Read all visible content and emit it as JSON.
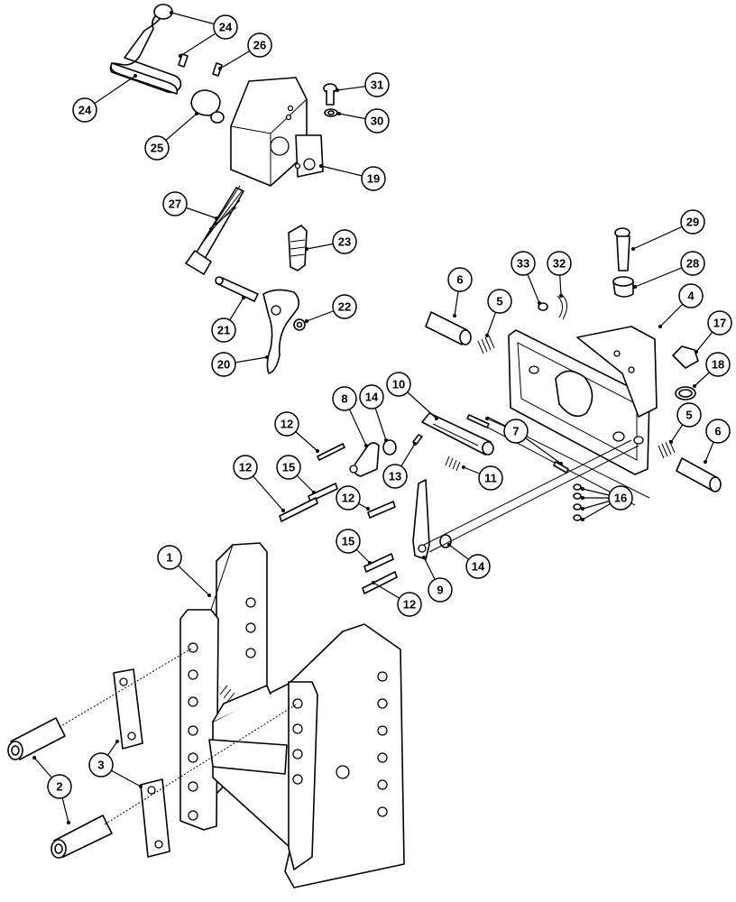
{
  "diagram": {
    "kind": "exploded parts diagram",
    "callouts": [
      {
        "id": "c-1",
        "label": "1"
      },
      {
        "id": "c-2",
        "label": "2"
      },
      {
        "id": "c-3",
        "label": "3"
      },
      {
        "id": "c-4",
        "label": "4"
      },
      {
        "id": "c-5a",
        "label": "5"
      },
      {
        "id": "c-5b",
        "label": "5"
      },
      {
        "id": "c-6a",
        "label": "6"
      },
      {
        "id": "c-6b",
        "label": "6"
      },
      {
        "id": "c-7",
        "label": "7"
      },
      {
        "id": "c-8",
        "label": "8"
      },
      {
        "id": "c-9",
        "label": "9"
      },
      {
        "id": "c-10",
        "label": "10"
      },
      {
        "id": "c-11",
        "label": "11"
      },
      {
        "id": "c-12a",
        "label": "12"
      },
      {
        "id": "c-12b",
        "label": "12"
      },
      {
        "id": "c-12c",
        "label": "12"
      },
      {
        "id": "c-12d",
        "label": "12"
      },
      {
        "id": "c-13",
        "label": "13"
      },
      {
        "id": "c-14a",
        "label": "14"
      },
      {
        "id": "c-14b",
        "label": "14"
      },
      {
        "id": "c-15a",
        "label": "15"
      },
      {
        "id": "c-15b",
        "label": "15"
      },
      {
        "id": "c-16",
        "label": "16"
      },
      {
        "id": "c-17",
        "label": "17"
      },
      {
        "id": "c-18",
        "label": "18"
      },
      {
        "id": "c-19",
        "label": "19"
      },
      {
        "id": "c-20",
        "label": "20"
      },
      {
        "id": "c-21",
        "label": "21"
      },
      {
        "id": "c-22",
        "label": "22"
      },
      {
        "id": "c-23",
        "label": "23"
      },
      {
        "id": "c-24a",
        "label": "24"
      },
      {
        "id": "c-24b",
        "label": "24"
      },
      {
        "id": "c-25",
        "label": "25"
      },
      {
        "id": "c-26",
        "label": "26"
      },
      {
        "id": "c-27",
        "label": "27"
      },
      {
        "id": "c-28",
        "label": "28"
      },
      {
        "id": "c-29",
        "label": "29"
      },
      {
        "id": "c-30",
        "label": "30"
      },
      {
        "id": "c-31",
        "label": "31"
      },
      {
        "id": "c-32",
        "label": "32"
      },
      {
        "id": "c-33",
        "label": "33"
      }
    ]
  }
}
